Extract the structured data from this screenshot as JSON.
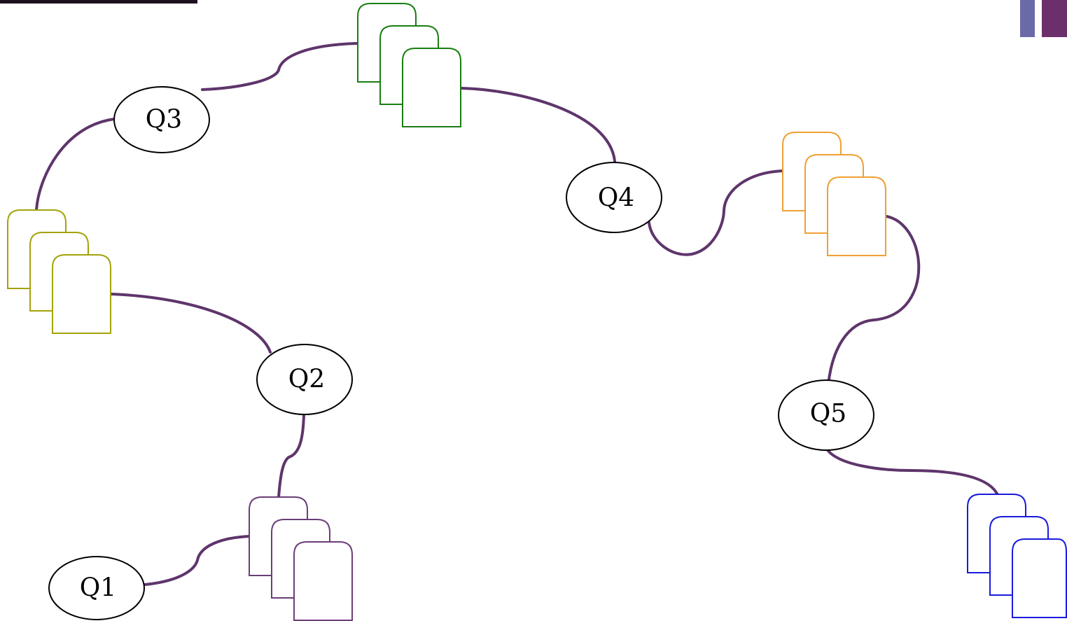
{
  "colors": {
    "connector": "#5e356b",
    "node_stroke": "#000000",
    "doc_yellow_green": "#a3a30a",
    "doc_green": "#1a7d12",
    "doc_orange": "#f0a033",
    "doc_purple": "#6b3d78",
    "doc_blue": "#1a1ae0",
    "accent_block_light": "#6a6aa8",
    "accent_block_dark": "#6b2f6b",
    "thumbnail_dark": "#1c1020"
  },
  "nodes": [
    {
      "id": "q1",
      "label": "Q1"
    },
    {
      "id": "q2",
      "label": "Q2"
    },
    {
      "id": "q3",
      "label": "Q3"
    },
    {
      "id": "q4",
      "label": "Q4"
    },
    {
      "id": "q5",
      "label": "Q5"
    }
  ],
  "document_stacks": [
    {
      "id": "stack-yellow-green",
      "color_key": "doc_yellow_green"
    },
    {
      "id": "stack-green",
      "color_key": "doc_green"
    },
    {
      "id": "stack-orange",
      "color_key": "doc_orange"
    },
    {
      "id": "stack-purple",
      "color_key": "doc_purple"
    },
    {
      "id": "stack-blue",
      "color_key": "doc_blue"
    }
  ]
}
